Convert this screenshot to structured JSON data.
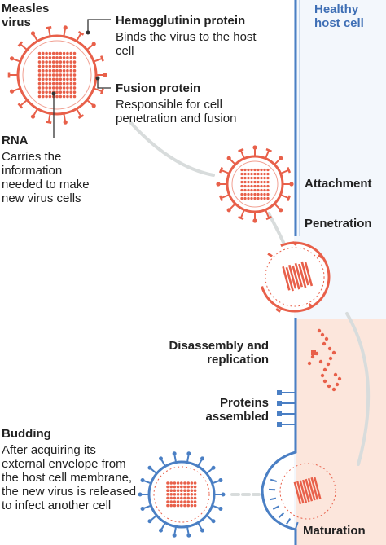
{
  "virus_title": "Measles\nvirus",
  "cell_title": "Healthy\nhost cell",
  "hemagglutinin": {
    "title": "Hemagglutinin protein",
    "desc": "Binds the virus to the host\ncell"
  },
  "fusion": {
    "title": "Fusion protein",
    "desc": "Responsible for cell\npenetration and fusion"
  },
  "rna": {
    "title": "RNA",
    "desc": "Carries the\ninformation\nneeded to make\nnew virus cells"
  },
  "stages": {
    "attachment": "Attachment",
    "penetration": "Penetration",
    "disassembly": "Disassembly and\nreplication",
    "proteins": "Proteins\nassembled",
    "maturation": "Maturation"
  },
  "budding": {
    "title": "Budding",
    "desc": "After acquiring its\nexternal envelope from\nthe host cell membrane,\nthe new virus is released\nto infect another cell"
  },
  "colors": {
    "virus": "#e8604a",
    "membrane": "#4a7fc4",
    "cytoplasm": "#fde3d8",
    "arrow": "#d8dcdc",
    "cell_bg": "#f3f7fc"
  }
}
